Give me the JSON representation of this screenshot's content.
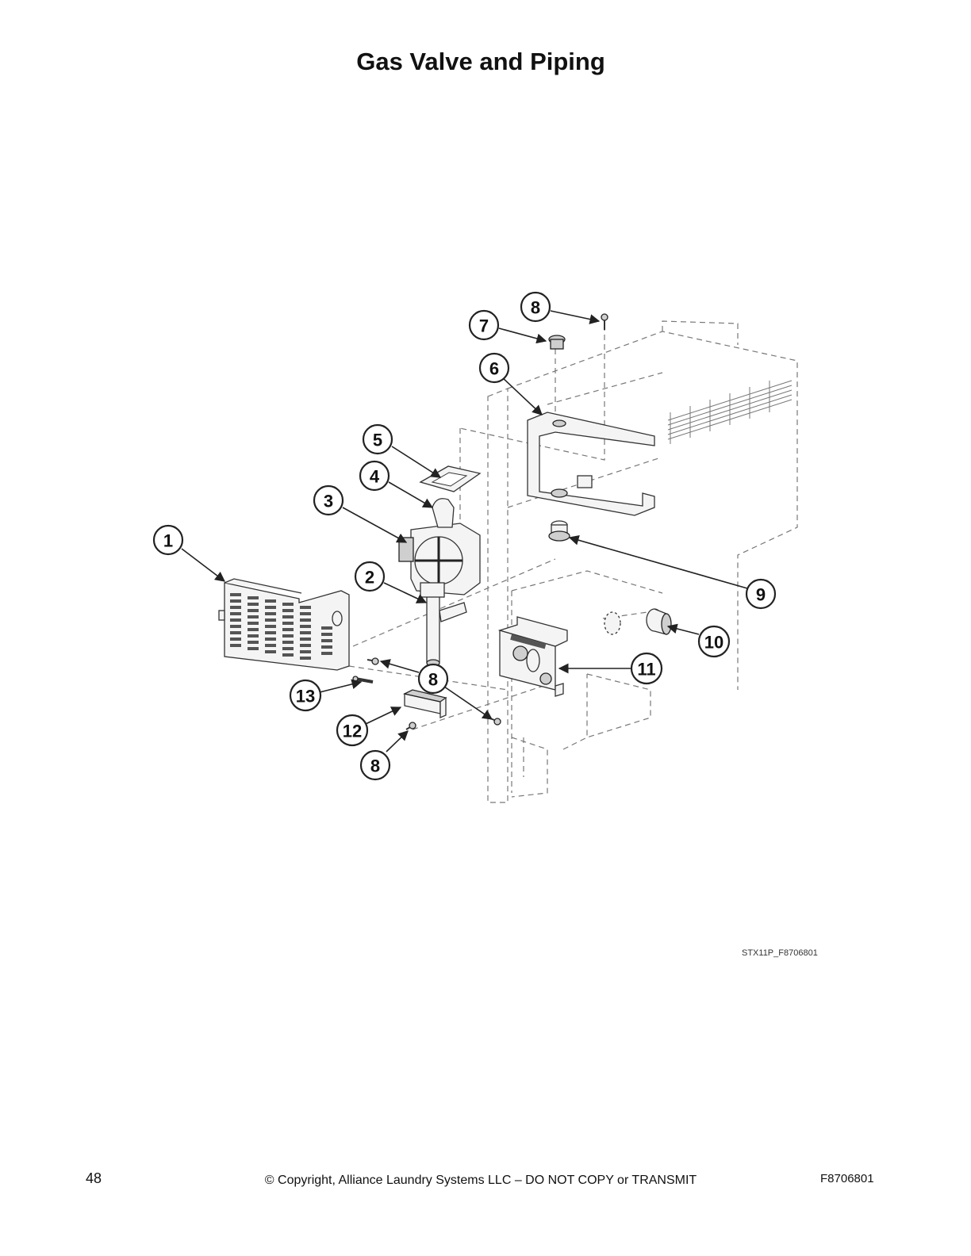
{
  "title": "Gas Valve and Piping",
  "figure_id": "STX11P_F8706801",
  "callouts": [
    {
      "num": "1"
    },
    {
      "num": "2"
    },
    {
      "num": "3"
    },
    {
      "num": "4"
    },
    {
      "num": "5"
    },
    {
      "num": "6"
    },
    {
      "num": "7"
    },
    {
      "num": "8"
    },
    {
      "num": "8"
    },
    {
      "num": "8"
    },
    {
      "num": "9"
    },
    {
      "num": "10"
    },
    {
      "num": "11"
    },
    {
      "num": "12"
    },
    {
      "num": "13"
    }
  ],
  "footer": {
    "page_number": "48",
    "copyright": "© Copyright, Alliance Laundry Systems LLC – DO NOT COPY or TRANSMIT",
    "doc_number": "F8706801"
  }
}
